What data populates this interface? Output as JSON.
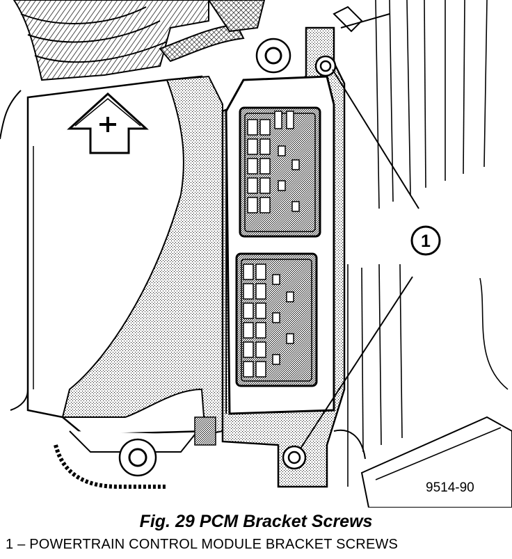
{
  "figure": {
    "title": "Fig. 29 PCM Bracket Screws",
    "code": "9514-90",
    "callouts": [
      {
        "number": "1",
        "text": "POWERTRAIN CONTROL MODULE BRACKET SCREWS"
      }
    ],
    "legend_separator": "–"
  }
}
